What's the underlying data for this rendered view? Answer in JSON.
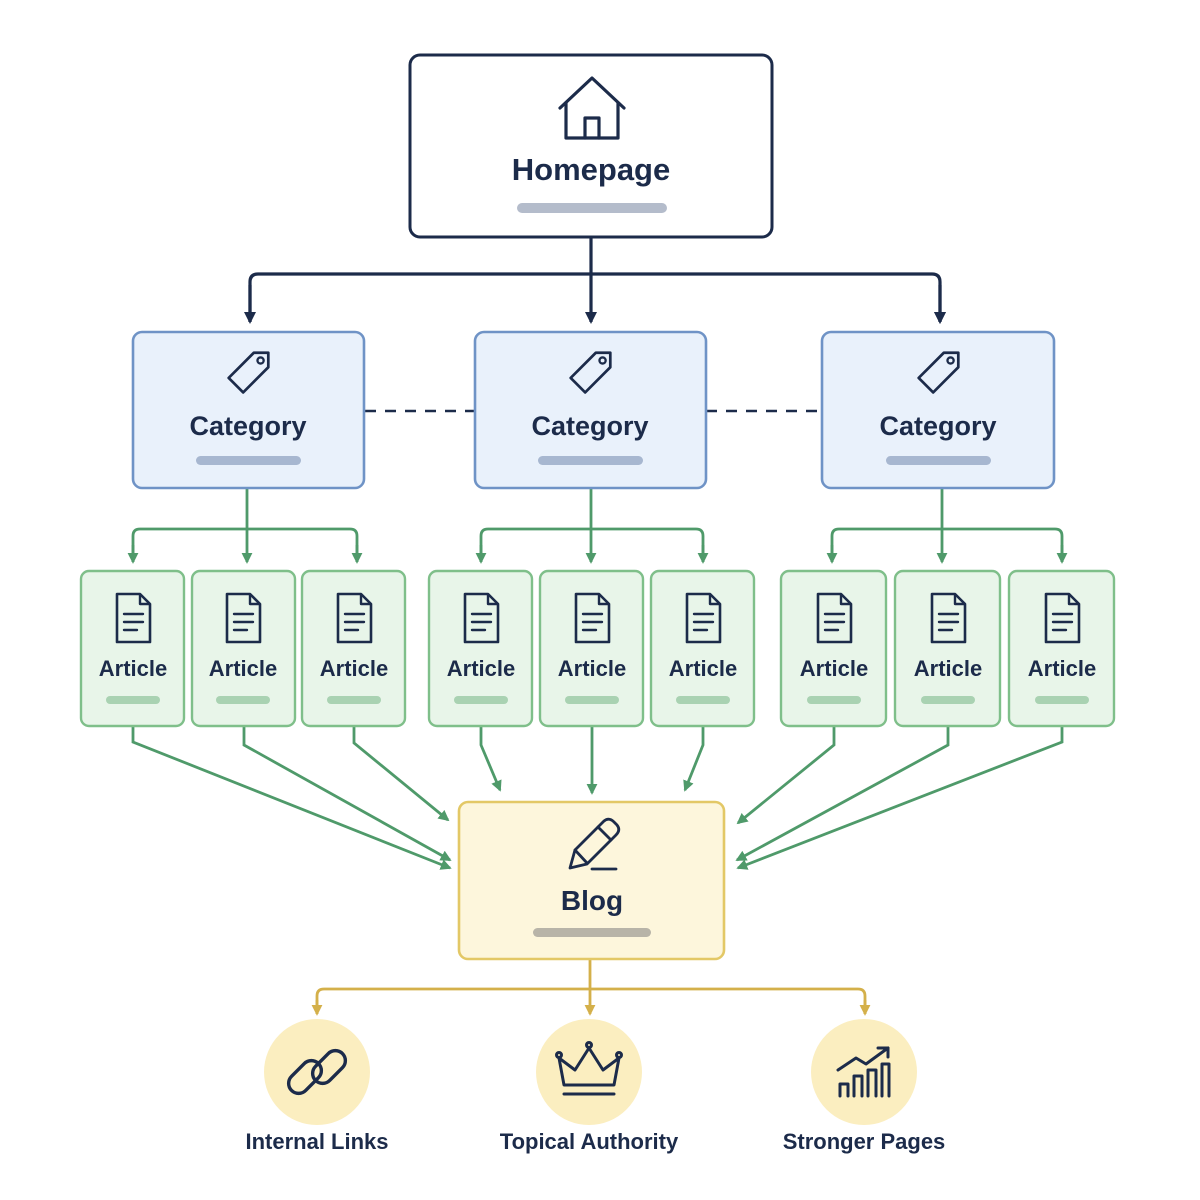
{
  "homepage": {
    "label": "Homepage"
  },
  "categories": [
    {
      "label": "Category"
    },
    {
      "label": "Category"
    },
    {
      "label": "Category"
    }
  ],
  "articles": [
    {
      "label": "Article"
    },
    {
      "label": "Article"
    },
    {
      "label": "Article"
    },
    {
      "label": "Article"
    },
    {
      "label": "Article"
    },
    {
      "label": "Article"
    },
    {
      "label": "Article"
    },
    {
      "label": "Article"
    },
    {
      "label": "Article"
    }
  ],
  "blog": {
    "label": "Blog"
  },
  "outcomes": [
    {
      "label": "Internal Links",
      "icon": "link-icon"
    },
    {
      "label": "Topical Authority",
      "icon": "crown-icon"
    },
    {
      "label": "Stronger Pages",
      "icon": "growth-chart-icon"
    }
  ],
  "colors": {
    "navy": "#1c2b4a",
    "category_fill": "#e9f1fb",
    "category_stroke": "#6f93c6",
    "article_fill": "#e8f5e9",
    "article_stroke": "#7fbf8a",
    "green_line": "#4f9a6a",
    "blog_fill": "#fdf6dc",
    "blog_stroke": "#e3c866",
    "gold_line": "#d4b04a",
    "circle_fill": "#fbeec0"
  }
}
